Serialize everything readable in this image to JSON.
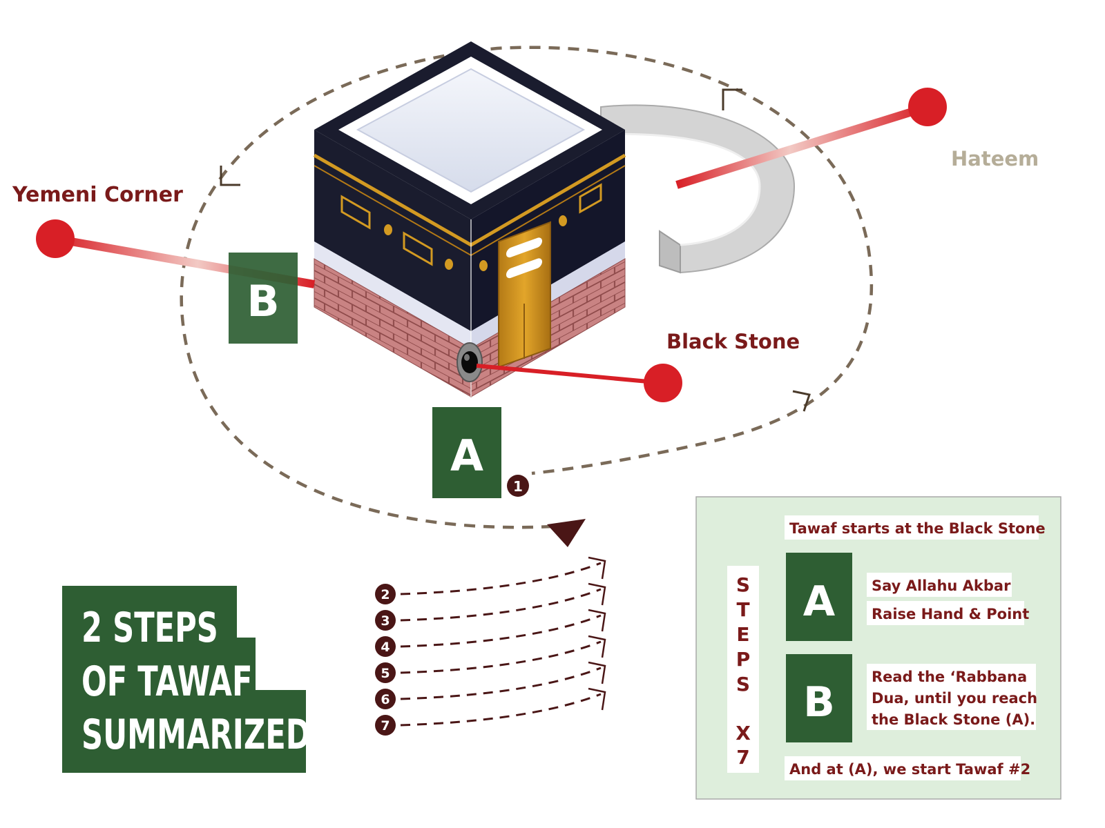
{
  "title": {
    "line1": "2 STEPS",
    "line2": "OF TAWAF",
    "line3": "SUMMARIZED"
  },
  "labels": {
    "yemeni_corner": "Yemeni Corner",
    "black_stone": "Black Stone",
    "hateem": "Hateem",
    "marker_a": "A",
    "marker_b": "B"
  },
  "rounds": [
    "1",
    "2",
    "3",
    "4",
    "5",
    "6",
    "7"
  ],
  "panel": {
    "start_note": "Tawaf starts at the Black Stone",
    "steps_letters": [
      "S",
      "T",
      "E",
      "P",
      "S",
      "X",
      "7"
    ],
    "step_a": {
      "letter": "A",
      "line1": "Say Allahu Akbar",
      "line2": "Raise Hand & Point"
    },
    "step_b": {
      "letter": "B",
      "line1": "Read the ‘Rabbana",
      "line2": "Dua, until you reach",
      "line3": "the Black Stone (A)."
    },
    "end_note": "And at (A), we start Tawaf #2"
  },
  "colors": {
    "green": "#2e5e33",
    "maroon": "#7a1a1a",
    "red": "#d81f26",
    "path": "#7a6a58",
    "panel_bg": "#deeedc",
    "hateem_text": "#b5ad98"
  }
}
